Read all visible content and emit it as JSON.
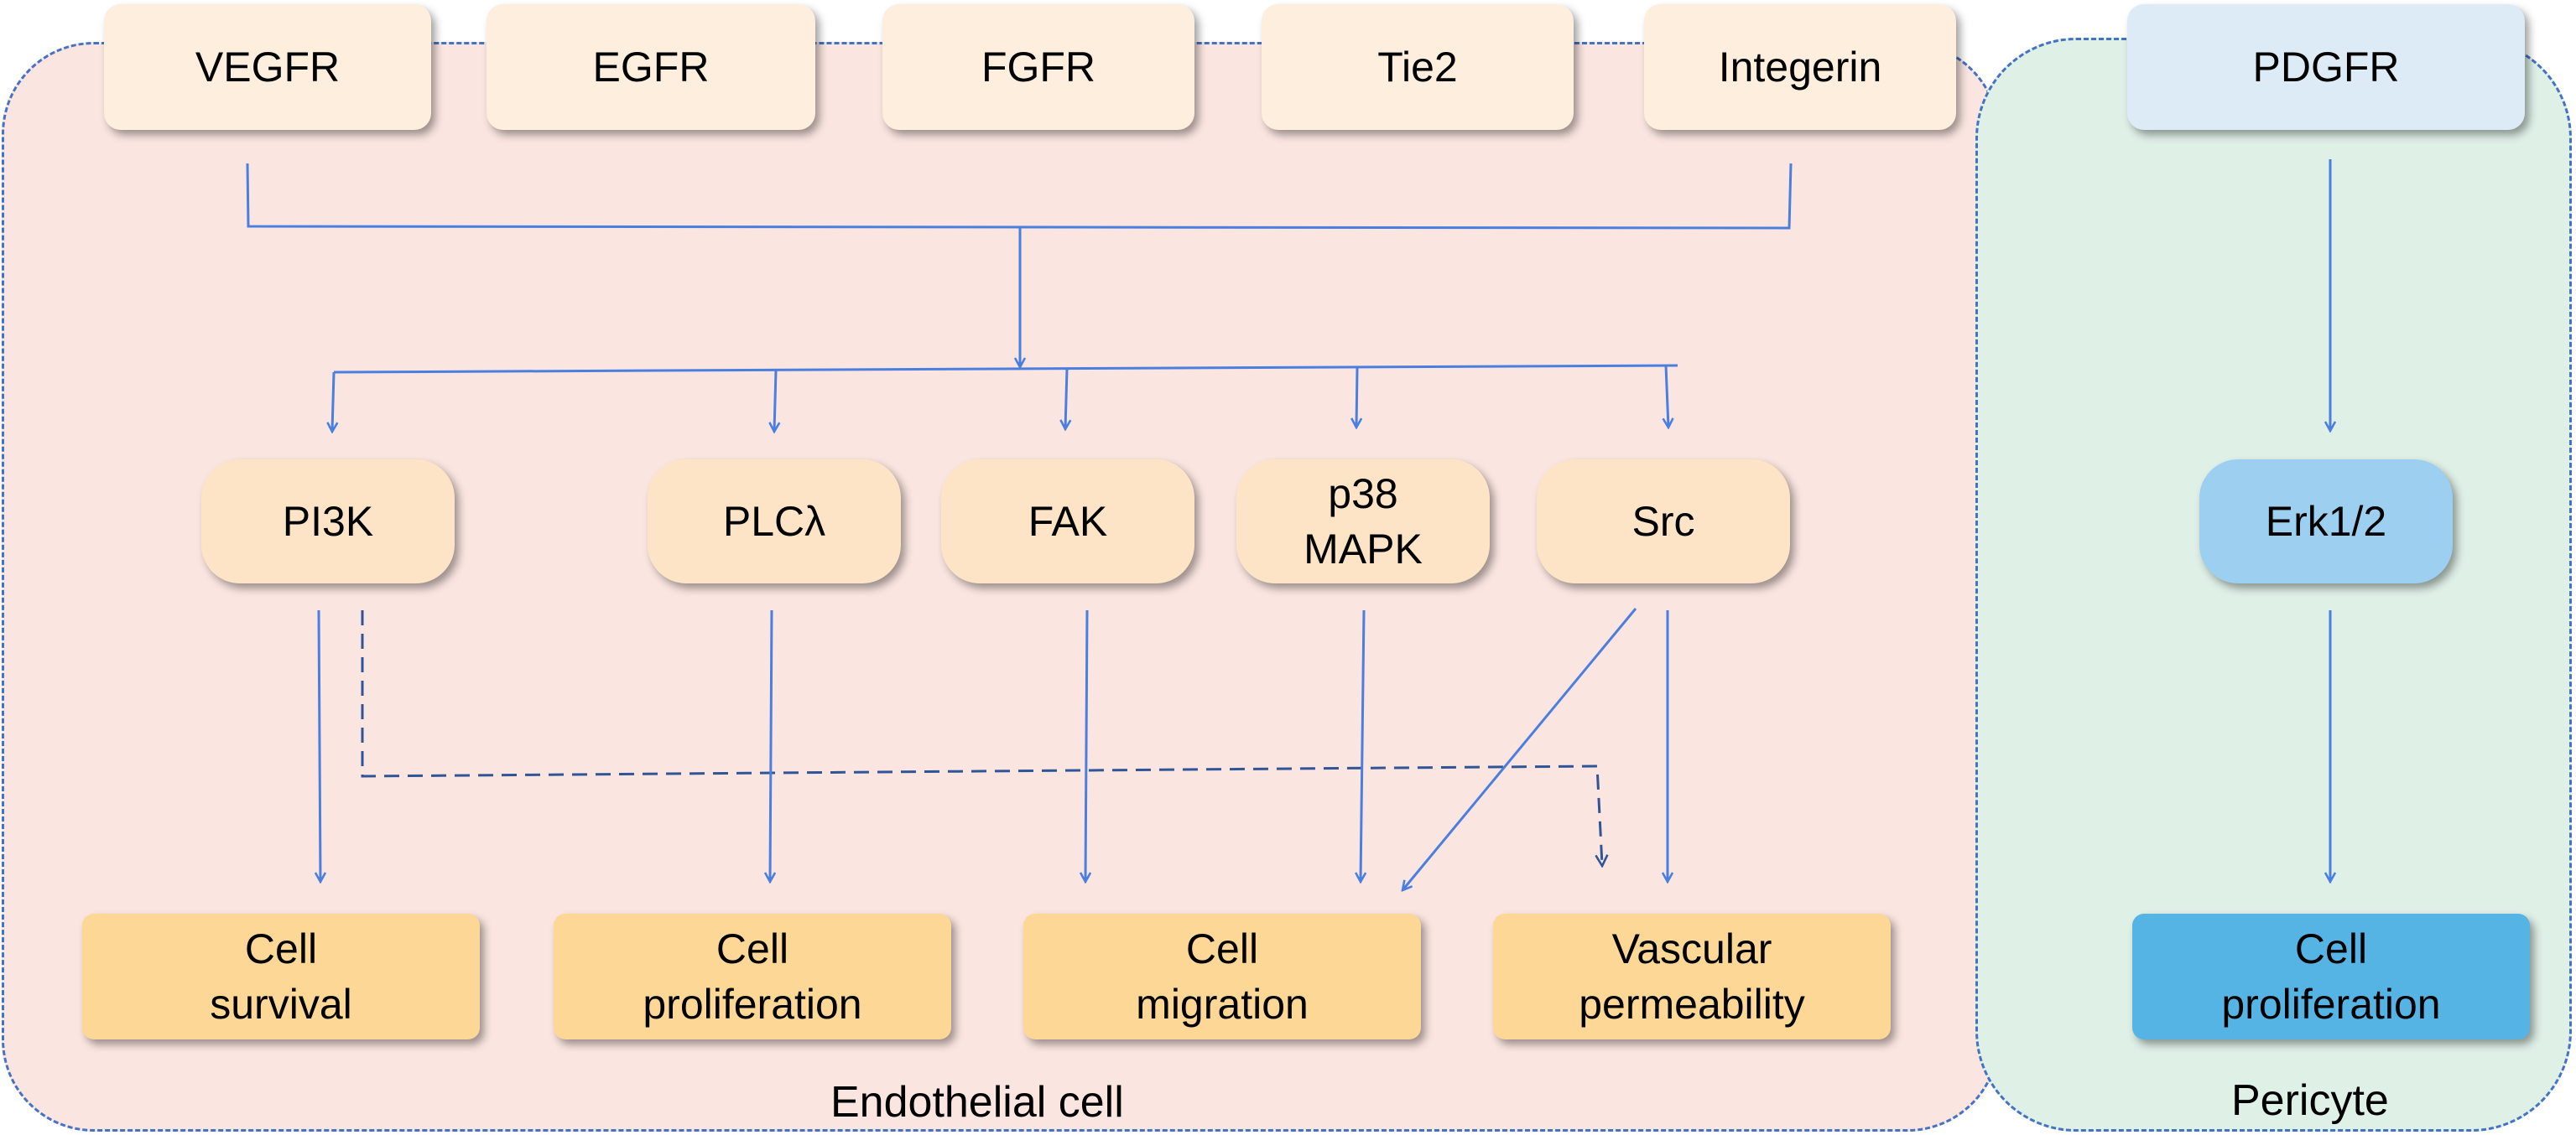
{
  "colors": {
    "endothelial_fill": "#fbe5e0",
    "pericyte_fill": "#dff0e7",
    "region_border": "#4472c4",
    "arrow": "#4a7fe0",
    "receptor_fill": "#fdeedd",
    "kinase_fill": "#fde4c7",
    "outcome_fill": "#fdd796",
    "pdgfr_fill": "#ddebf7",
    "erk_fill": "#9dd0f0",
    "pericyte_outcome_fill": "#56b4e5"
  },
  "regions": {
    "endothelial": "Endothelial cell",
    "pericyte": "Pericyte"
  },
  "receptors": [
    {
      "id": "vegfr",
      "label": "VEGFR"
    },
    {
      "id": "egfr",
      "label": "EGFR"
    },
    {
      "id": "fgfr",
      "label": "FGFR"
    },
    {
      "id": "tie2",
      "label": "Tie2"
    },
    {
      "id": "integerin",
      "label": "Integerin"
    }
  ],
  "pericyte_receptor": {
    "id": "pdgfr",
    "label": "PDGFR"
  },
  "kinases": [
    {
      "id": "pi3k",
      "label": "PI3K"
    },
    {
      "id": "plc",
      "label": "PLCλ"
    },
    {
      "id": "fak",
      "label": "FAK"
    },
    {
      "id": "p38",
      "label": "p38\nMAPK"
    },
    {
      "id": "src",
      "label": "Src"
    }
  ],
  "pericyte_kinase": {
    "id": "erk",
    "label": "Erk1/2"
  },
  "outcomes": [
    {
      "id": "survival",
      "label": "Cell\nsurvival"
    },
    {
      "id": "proliferation",
      "label": "Cell\nproliferation"
    },
    {
      "id": "migration",
      "label": "Cell\nmigration"
    },
    {
      "id": "permeability",
      "label": "Vascular\npermeability"
    }
  ],
  "pericyte_outcome": {
    "id": "peri-proliferation",
    "label": "Cell\nproliferation"
  },
  "connections": [
    {
      "from": "pi3k",
      "to": "survival",
      "style": "solid"
    },
    {
      "from": "pi3k",
      "to": "permeability",
      "style": "dashed"
    },
    {
      "from": "plc",
      "to": "proliferation",
      "style": "solid"
    },
    {
      "from": "fak",
      "to": "migration",
      "style": "solid"
    },
    {
      "from": "p38",
      "to": "migration",
      "style": "solid"
    },
    {
      "from": "src",
      "to": "migration",
      "style": "solid"
    },
    {
      "from": "src",
      "to": "permeability",
      "style": "solid"
    },
    {
      "from": "pdgfr",
      "to": "erk",
      "style": "solid"
    },
    {
      "from": "erk",
      "to": "peri-proliferation",
      "style": "solid"
    }
  ]
}
